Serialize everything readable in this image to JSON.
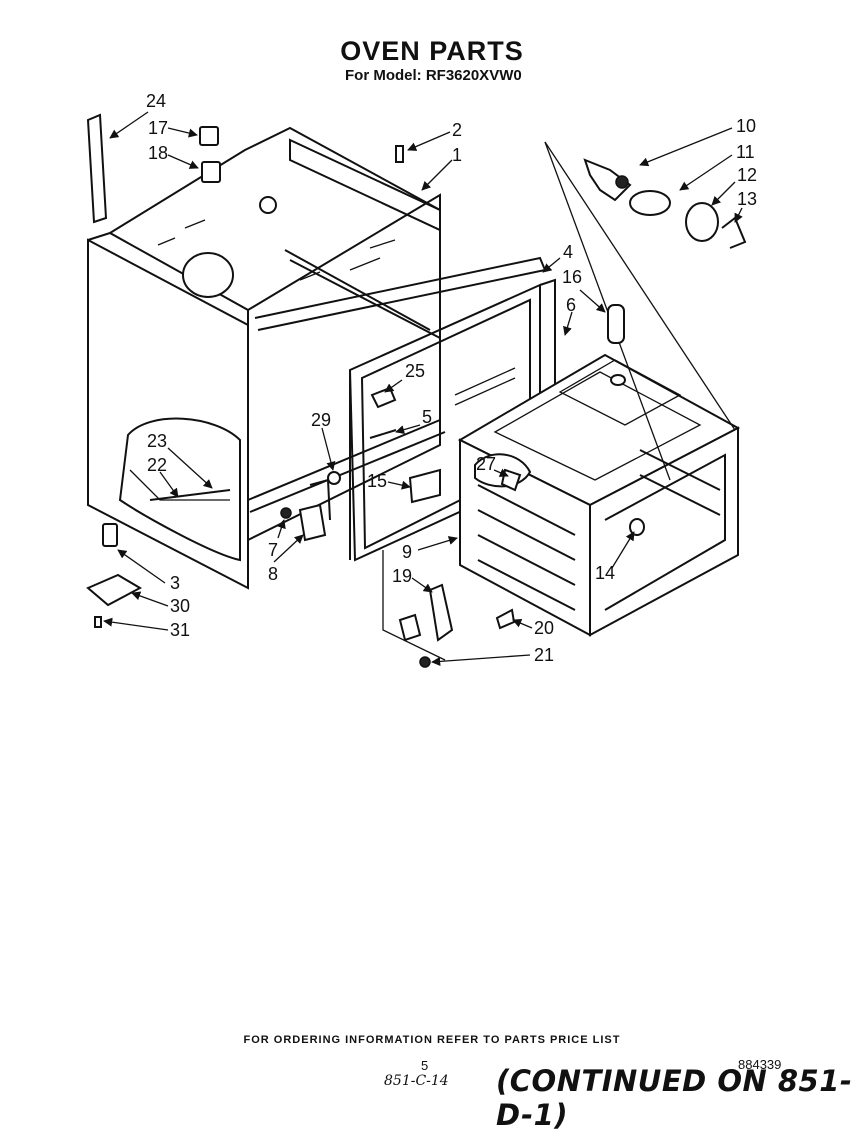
{
  "header": {
    "title": "OVEN PARTS",
    "subtitle": "For Model: RF3620XVW0"
  },
  "callouts": [
    {
      "id": "c24",
      "text": "24"
    },
    {
      "id": "c17",
      "text": "17"
    },
    {
      "id": "c18",
      "text": "18"
    },
    {
      "id": "c2",
      "text": "2"
    },
    {
      "id": "c1",
      "text": "1"
    },
    {
      "id": "c10",
      "text": "10"
    },
    {
      "id": "c11",
      "text": "11"
    },
    {
      "id": "c12",
      "text": "12"
    },
    {
      "id": "c13",
      "text": "13"
    },
    {
      "id": "c4",
      "text": "4"
    },
    {
      "id": "c16",
      "text": "16"
    },
    {
      "id": "c6",
      "text": "6"
    },
    {
      "id": "c25",
      "text": "25"
    },
    {
      "id": "c5",
      "text": "5"
    },
    {
      "id": "c29",
      "text": "29"
    },
    {
      "id": "c23",
      "text": "23"
    },
    {
      "id": "c22",
      "text": "22"
    },
    {
      "id": "c27",
      "text": "27"
    },
    {
      "id": "c15",
      "text": "15"
    },
    {
      "id": "c7",
      "text": "7"
    },
    {
      "id": "c8",
      "text": "8"
    },
    {
      "id": "c9",
      "text": "9"
    },
    {
      "id": "c14",
      "text": "14"
    },
    {
      "id": "c19",
      "text": "19"
    },
    {
      "id": "c3",
      "text": "3"
    },
    {
      "id": "c30",
      "text": "30"
    },
    {
      "id": "c31",
      "text": "31"
    },
    {
      "id": "c20",
      "text": "20"
    },
    {
      "id": "c21",
      "text": "21"
    }
  ],
  "footer": {
    "ordering_info": "FOR ORDERING INFORMATION REFER TO PARTS PRICE LIST",
    "page_number": "5",
    "document_number": "884339",
    "handwritten_ref": "851-C-14",
    "continued": "(CONTINUED ON 851-D-1)"
  }
}
